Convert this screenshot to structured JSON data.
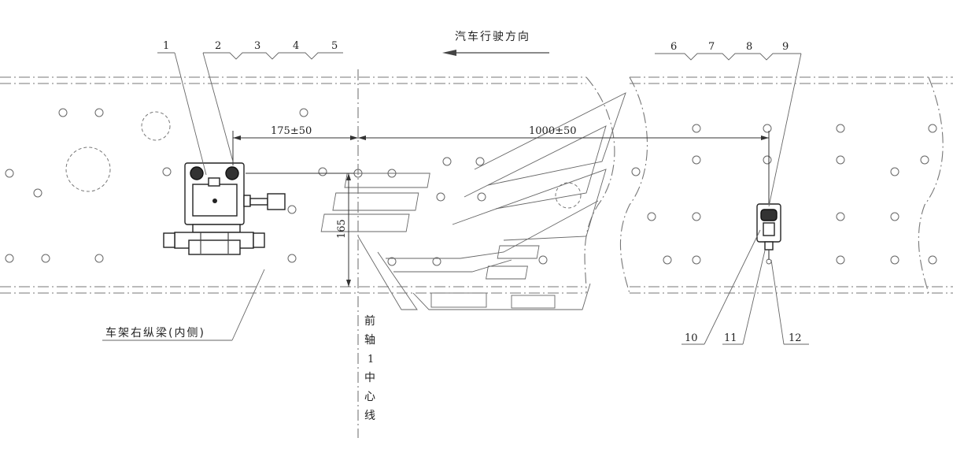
{
  "direction_label": "汽车行驶方向",
  "beam_label": "车架右纵梁(内侧)",
  "axle_label": [
    "前",
    "轴",
    "1",
    "中",
    "心",
    "线"
  ],
  "dimensions": {
    "left_horizontal": "175±50",
    "right_horizontal": "1000±50",
    "vertical": "165"
  },
  "callouts": {
    "left_group": [
      "1",
      "2",
      "3",
      "4",
      "5"
    ],
    "right_group": [
      "6",
      "7",
      "8",
      "9"
    ],
    "bottom_group": [
      "10",
      "11",
      "12"
    ]
  },
  "colors": {
    "line": "#444444",
    "text": "#222222",
    "background": "#ffffff"
  }
}
